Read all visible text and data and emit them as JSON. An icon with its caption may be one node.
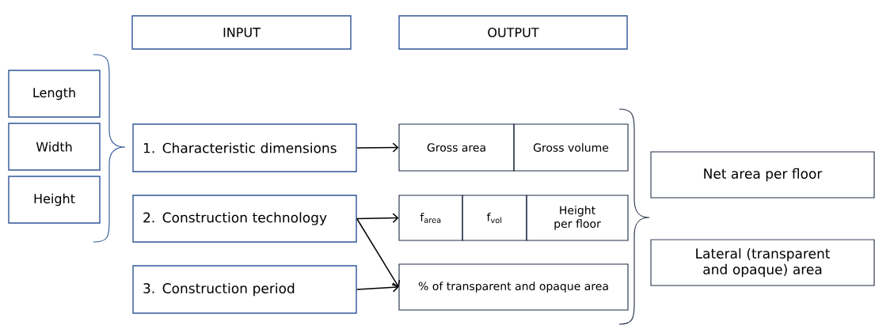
{
  "diagram": {
    "nodes": [
      {
        "text": [
          "INPUT"
        ]
      },
      {
        "text": [
          "OUTPUT"
        ]
      },
      {
        "text": [
          "Length"
        ]
      },
      {
        "text": [
          "Width"
        ]
      },
      {
        "text": [
          "Height"
        ]
      },
      {
        "text": [
          "1. Characteristic dimensions"
        ]
      },
      {
        "text": [
          "2. Construction technology"
        ]
      },
      {
        "text": [
          "3. Construction period"
        ]
      },
      {
        "text": [
          "Gross area"
        ]
      },
      {
        "text": [
          "Gross volume"
        ]
      },
      {
        "text": [
          "f$_{area}$"
        ]
      },
      {
        "text": [
          "f$_{vol}$"
        ]
      },
      {
        "text": [
          "Height per floor"
        ]
      },
      {
        "text": [
          "% of transparent and opaque area"
        ]
      },
      {
        "text": [
          "Net area per floor"
        ]
      },
      {
        "text": [
          "Lateral (transparent and opaque) area"
        ]
      }
    ],
    "edges": [
      {
        "from": 5,
        "to": 8,
        "arrow": "to"
      },
      {
        "from": 6,
        "to": 10,
        "arrow": "to"
      },
      {
        "from": 6,
        "to": 13,
        "arrow": "to"
      },
      {
        "from": 7,
        "to": 13,
        "arrow": "to"
      }
    ]
  }
}
